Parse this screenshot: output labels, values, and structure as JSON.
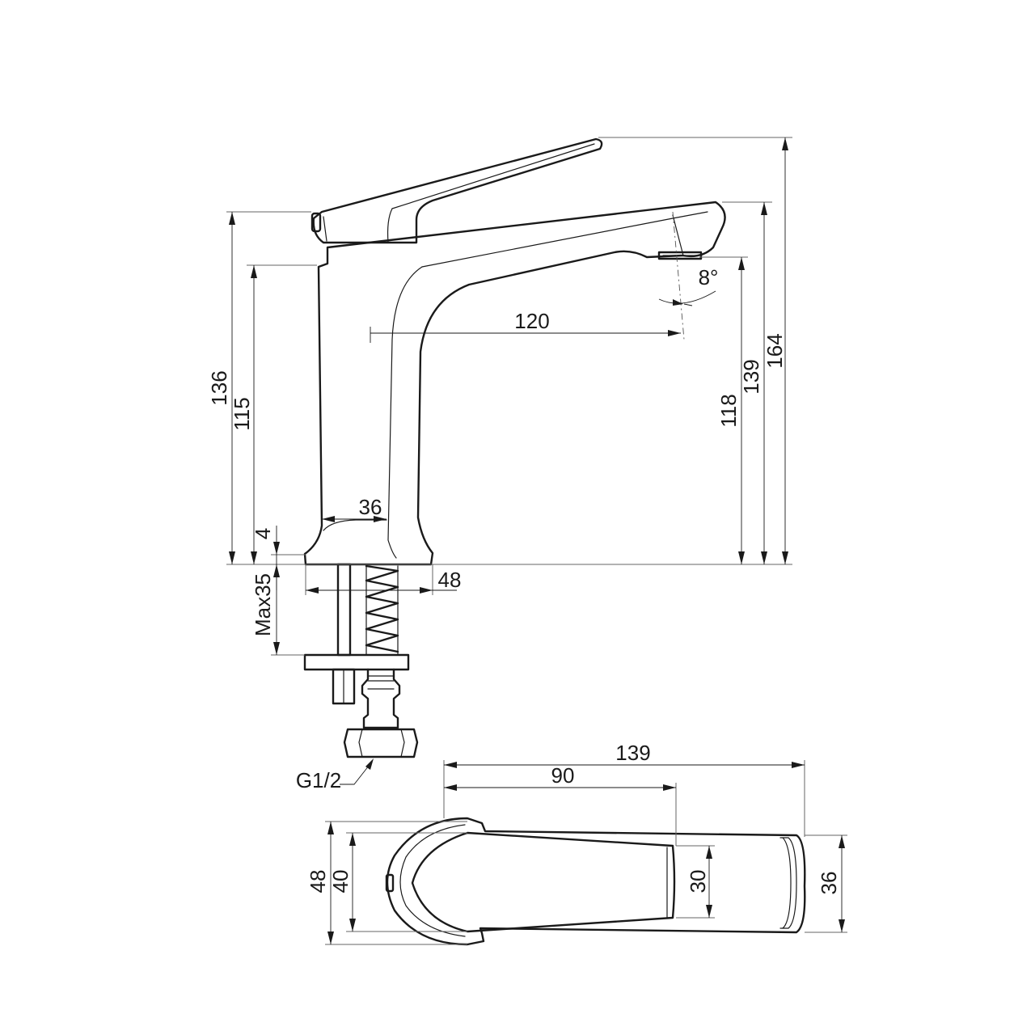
{
  "side_view": {
    "dim_height_total": "164",
    "dim_height_spout_top": "139",
    "dim_height_outlet": "118",
    "dim_height_body": "136",
    "dim_height_body_top": "115",
    "dim_spout_reach": "120",
    "dim_spout_angle": "8°",
    "dim_base_width_top": "36",
    "dim_base_width": "48",
    "dim_gasket": "4",
    "dim_max_deck": "Max35",
    "thread_label": "G1/2"
  },
  "top_view": {
    "dim_length_total": "139",
    "dim_length_handle": "90",
    "dim_width_body": "48",
    "dim_width_inner": "40",
    "dim_width_handle": "30",
    "dim_width_spout": "36"
  }
}
